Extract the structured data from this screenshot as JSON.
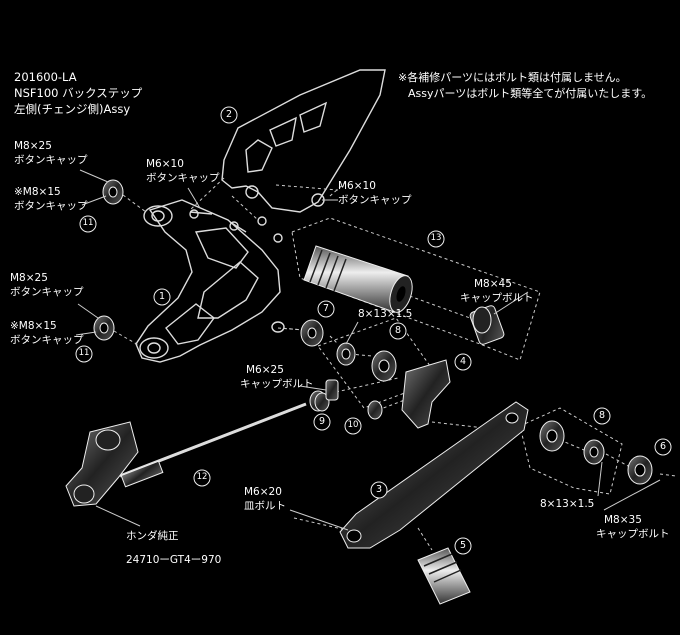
{
  "header": {
    "code": "201600-LA",
    "model": "NSF100 バックステップ",
    "side": "左側(チェンジ側)Assy"
  },
  "notes": [
    "※各補修パーツにはボルト類は付属しません。",
    "Assyパーツはボルト類等全てが付属いたします。"
  ],
  "labels": {
    "m8x25_top_a": "M8×25",
    "m8x25_top_b": "ボタンキャップ",
    "m8x15_top_a": "※M8×15",
    "m8x15_top_b": "ボタンキャップ",
    "m6x10_left_a": "M6×10",
    "m6x10_left_b": "ボタンキャップ",
    "m6x10_right_a": "M6×10",
    "m6x10_right_b": "ボタンキャップ",
    "m8x25_mid_a": "M8×25",
    "m8x25_mid_b": "ボタンキャップ",
    "m8x15_mid_a": "※M8×15",
    "m8x15_mid_b": "ボタンキャップ",
    "m8x45_a": "M8×45",
    "m8x45_b": "キャップボルト",
    "collar_a": "8×13×1.5",
    "m6x25_a": "M6×25",
    "m6x25_b": "キャップボルト",
    "collar_b": "8×13×1.5",
    "m8x35_a": "M8×35",
    "m8x35_b": "キャップボルト",
    "m6x20_a": "M6×20",
    "m6x20_b": "皿ボルト",
    "honda_a": "ホンダ純正",
    "honda_b": "24710ーGT4ー970"
  },
  "callouts": [
    "1",
    "2",
    "3",
    "4",
    "5",
    "6",
    "7",
    "8",
    "8",
    "9",
    "10",
    "11",
    "11",
    "12",
    "13"
  ]
}
